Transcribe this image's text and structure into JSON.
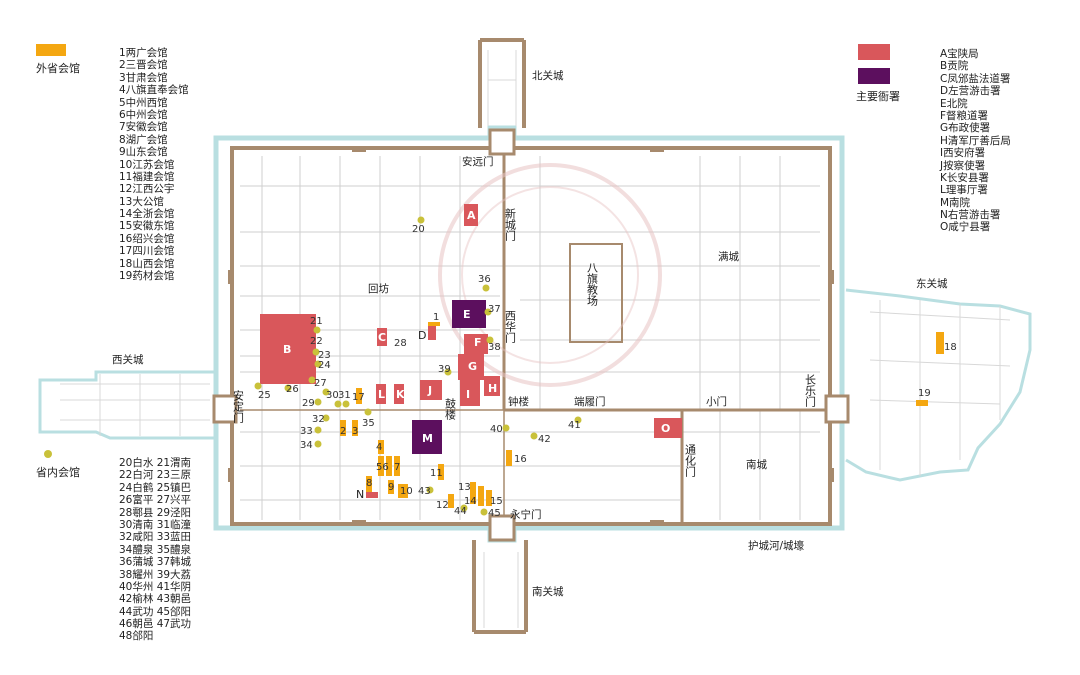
{
  "legend_outside": {
    "title": "外省会馆",
    "color": "#f4a711",
    "items": [
      "1两广会馆",
      "2三晋会馆",
      "3甘肃会馆",
      "4八旗直奉会馆",
      "5中州西馆",
      "6中州会馆",
      "7安徽会馆",
      "8湖广会馆",
      "9山东会馆",
      "10江苏会馆",
      "11福建会馆",
      "12江西公宇",
      "13大公馆",
      "14全浙会馆",
      "15安徽东馆",
      "16绍兴会馆",
      "17四川会馆",
      "18山西会馆",
      "19药材会馆"
    ]
  },
  "legend_inside": {
    "title": "省内会馆",
    "color": "#c9c13a",
    "items": [
      "20白水 21渭南",
      "22白河 23三原",
      "24白鹤 25镇巴",
      "26富平 27兴平",
      "28鄠县 29泾阳",
      "30清南 31临潼",
      "32咸阳 33蓝田",
      "34醴泉 35醴泉",
      "36蒲城 37韩城",
      "38耀州 39大荔",
      "40华州 41华阴",
      "42榆林 43朝邑",
      "44武功 45郃阳",
      "46朝邑 47武功",
      "48郃阳"
    ]
  },
  "legend_offices": {
    "title": "主要衙署",
    "color_a": "#d9575b",
    "color_b": "#5c0f5e",
    "items": [
      "A宝陕局",
      "B贡院",
      "C凤邠盐法道署",
      "D左营游击署",
      "E北院",
      "F督粮道署",
      "G布政使署",
      "H清军厅善后局",
      "I西安府署",
      "J按察使署",
      "K长安县署",
      "L理事厅署",
      "M南院",
      "N右营游击署",
      "O咸宁县署"
    ]
  },
  "places": {
    "north_suburb": "北关城",
    "south_suburb": "南关城",
    "east_suburb": "东关城",
    "west_suburb": "西关城",
    "anyuan_gate": "安远门",
    "yongning_gate": "永宁门",
    "anding_gate": "安定门",
    "changle_gate": "长乐门",
    "xincheng_gate": "新城门",
    "xihua_gate": "西华门",
    "tonghua_gate": "通化门",
    "duanlu_gate": "端履门",
    "small_gate": "小门",
    "bell_tower": "钟楼",
    "drum_tower": "鼓楼",
    "huifang": "回坊",
    "manchu_city": "满城",
    "south_city": "南城",
    "drill_ground": "八旗教场",
    "moat": "护城河/城壕"
  },
  "colors": {
    "wall": "#a78a6d",
    "moat": "#b9dfe1",
    "street": "#c9c9c9",
    "outside_guild": "#f4a711",
    "inside_guild": "#c9c13a",
    "office_red": "#d9575b",
    "office_purple": "#5c0f5e"
  }
}
